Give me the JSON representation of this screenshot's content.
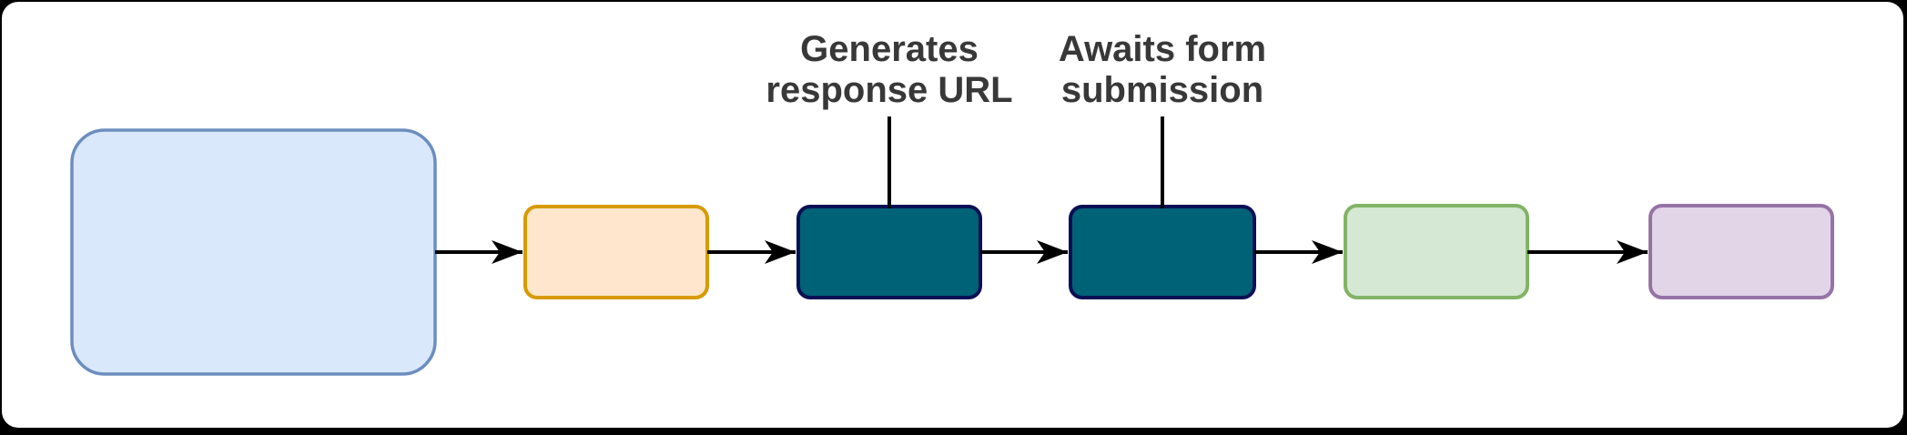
{
  "diagram": {
    "type": "flowchart",
    "direction": "left-to-right",
    "nodes": [
      {
        "id": "start-node",
        "shape": "rounded-rect",
        "text": "",
        "fill": "#DAE8FC",
        "stroke": "#6C8EBF"
      },
      {
        "id": "orange-step-node",
        "shape": "rounded-rect",
        "text": "",
        "fill": "#FFE6CC",
        "stroke": "#D79B00"
      },
      {
        "id": "generate-response-url-node",
        "shape": "rounded-rect",
        "text": "",
        "fill": "#006276",
        "stroke": "#0B1055"
      },
      {
        "id": "await-form-submission-node",
        "shape": "rounded-rect",
        "text": "",
        "fill": "#006276",
        "stroke": "#0B1055"
      },
      {
        "id": "green-step-node",
        "shape": "rounded-rect",
        "text": "",
        "fill": "#D5E8D4",
        "stroke": "#82B366"
      },
      {
        "id": "purple-step-node",
        "shape": "rounded-rect",
        "text": "",
        "fill": "#E1D5E7",
        "stroke": "#9673A6"
      }
    ],
    "edges": [
      {
        "from": "start-node",
        "to": "orange-step-node"
      },
      {
        "from": "orange-step-node",
        "to": "generate-response-url-node"
      },
      {
        "from": "generate-response-url-node",
        "to": "await-form-submission-node"
      },
      {
        "from": "await-form-submission-node",
        "to": "green-step-node"
      },
      {
        "from": "green-step-node",
        "to": "purple-step-node"
      }
    ],
    "annotations": [
      {
        "text": "Generates\nresponse URL",
        "target_node": "generate-response-url-node"
      },
      {
        "text": "Awaits form\nsubmission",
        "target_node": "await-form-submission-node"
      }
    ],
    "colors": {
      "page_background": "#000000",
      "canvas_background": "#FFFFFF",
      "arrow": "#000000",
      "annotation_text": "#383838"
    }
  }
}
